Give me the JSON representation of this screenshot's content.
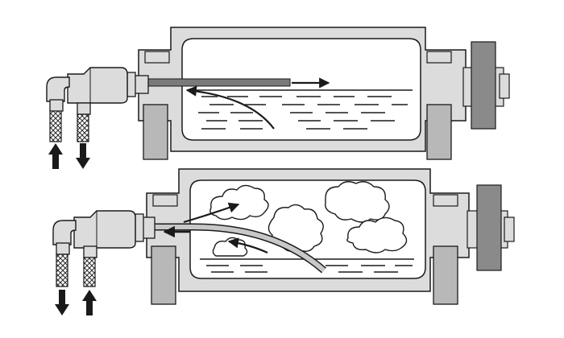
{
  "diagram": {
    "panels": [
      {
        "id": "top",
        "state": "liquid-only",
        "inlet_arrow": "up",
        "outlet_arrow": "down"
      },
      {
        "id": "bottom",
        "state": "liquid-and-vapor",
        "inlet_arrow": "down",
        "outlet_arrow": "up"
      }
    ],
    "colors": {
      "housing": "#dcdcdc",
      "flange_dark": "#8a8a8a",
      "interior": "#ffffff",
      "outline": "#1a1a1a",
      "tube": "#7a7a7a"
    },
    "icons": [
      "joint-elbow-icon",
      "swivel-joint-icon",
      "flex-hose-icon",
      "flow-arrow-icon",
      "vapor-cloud-icon"
    ]
  }
}
